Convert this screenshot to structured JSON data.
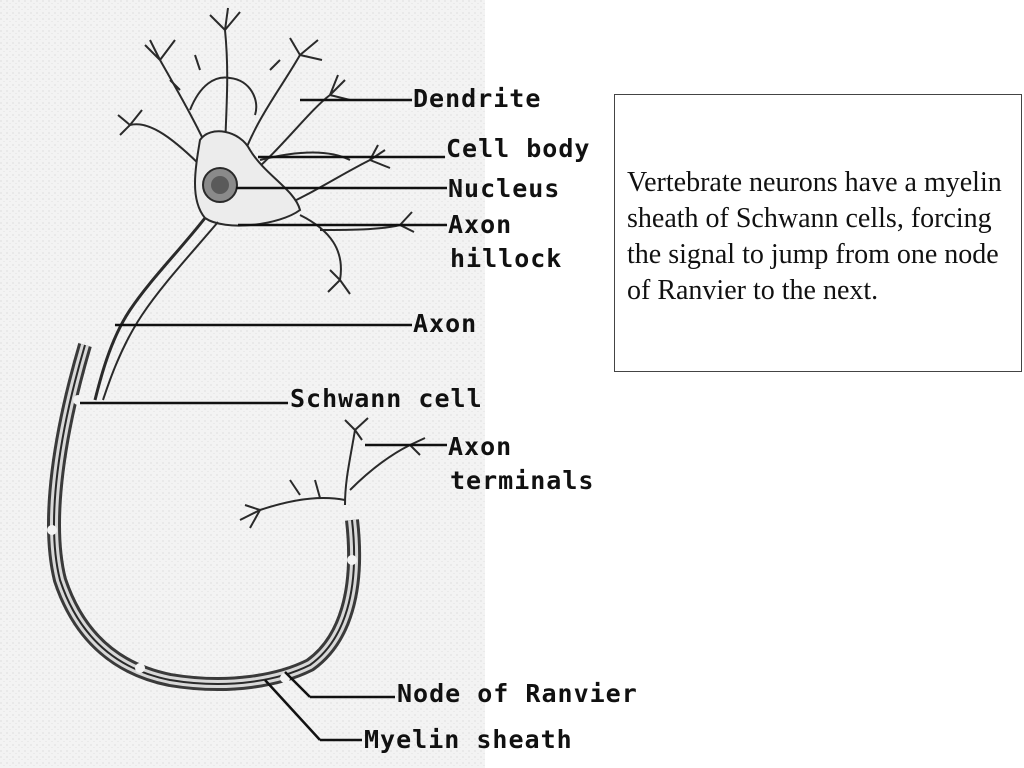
{
  "labels": {
    "dendrite": "Dendrite",
    "cell_body": "Cell body",
    "nucleus": "Nucleus",
    "axon_hillock_1": "Axon",
    "axon_hillock_2": "hillock",
    "axon": "Axon",
    "schwann_cell": "Schwann cell",
    "axon_terminals_1": "Axon",
    "axon_terminals_2": "terminals",
    "node_of_ranvier": "Node of Ranvier",
    "myelin_sheath": "Myelin sheath"
  },
  "caption": "Vertebrate neurons have a myelin sheath of Schwann cells, forcing the signal to jump from one node of Ranvier to the next."
}
